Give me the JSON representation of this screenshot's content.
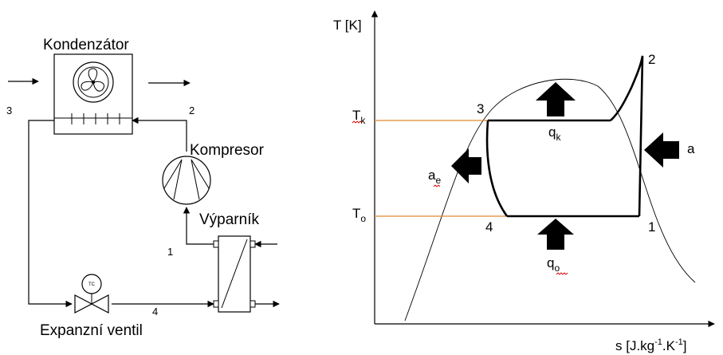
{
  "schematic": {
    "condenser_label": "Kondenzátor",
    "compressor_label": "Kompresor",
    "evaporator_label": "Výparník",
    "valve_label": "Expanzní ventil",
    "valve_badge": "TC",
    "point_1": "1",
    "point_2": "2",
    "point_3": "3",
    "point_4": "4",
    "icons": [
      "fan-icon",
      "compressor-icon",
      "heat-exchanger-icon",
      "expansion-valve-icon",
      "arrow-icon"
    ]
  },
  "ts_diagram": {
    "y_axis_label": "T [K]",
    "x_axis_label_text": "s [J.kg",
    "x_axis_sup_1": "-1",
    "x_axis_mid": ".K",
    "x_axis_sup_2": "-1",
    "x_axis_end": "]",
    "tk_main": "T",
    "tk_sub": "k",
    "to_main": "T",
    "to_sub": "o",
    "qk_main": "q",
    "qk_sub": "k",
    "qo_main": "q",
    "qo_sub": "o",
    "ae_main": "a",
    "ae_sub": "e",
    "a_label": "a",
    "state_1": "1",
    "state_2": "2",
    "state_3": "3",
    "state_4": "4",
    "colors": {
      "isotherm": "#e08a2c",
      "line": "#000000",
      "underline": "#dd0000"
    }
  }
}
